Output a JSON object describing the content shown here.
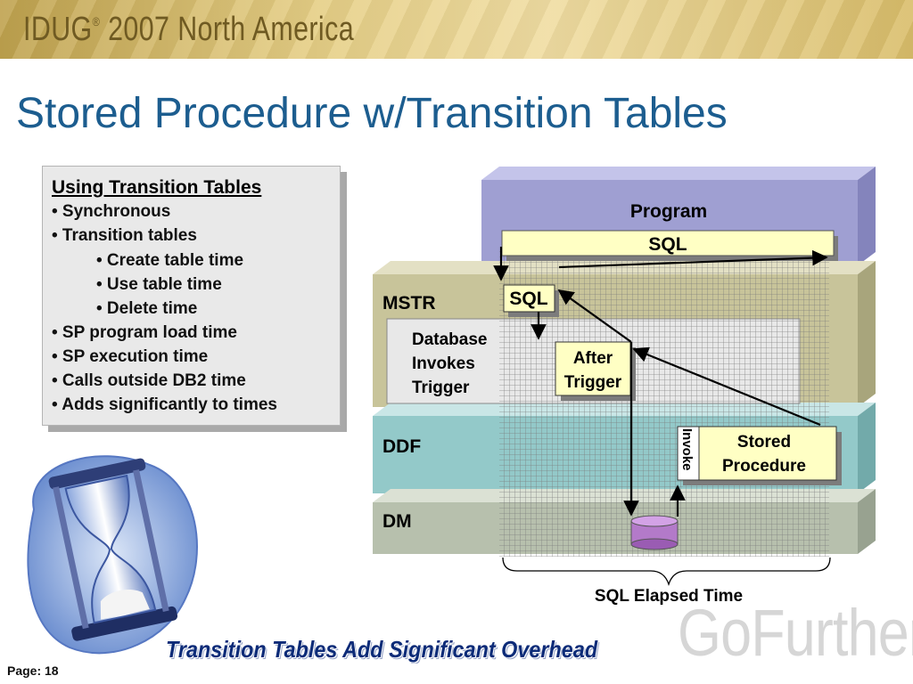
{
  "banner": {
    "brand": "IDUG",
    "reg": "®",
    "year": "2007",
    "region": "North America"
  },
  "title": "Stored Procedure w/Transition Tables",
  "bullets": {
    "heading": "Using Transition Tables",
    "items": [
      {
        "text": "• Synchronous",
        "indent": 0
      },
      {
        "text": "• Transition tables",
        "indent": 0
      },
      {
        "text": "• Create table time",
        "indent": 1
      },
      {
        "text": "• Use table time",
        "indent": 1
      },
      {
        "text": "• Delete time",
        "indent": 1
      },
      {
        "text": "• SP program load time",
        "indent": 0
      },
      {
        "text": "• SP execution time",
        "indent": 0
      },
      {
        "text": "• Calls outside DB2 time",
        "indent": 0
      },
      {
        "text": "• Adds significantly to times",
        "indent": 0
      }
    ]
  },
  "diagram": {
    "program": "Program",
    "program_sql": "SQL",
    "mstr": "MSTR",
    "mstr_sql": "SQL",
    "db_invokes": [
      "Database",
      "Invokes",
      "Trigger"
    ],
    "after_trigger": [
      "After",
      "Trigger"
    ],
    "ddf": "DDF",
    "invoke": "Invoke",
    "stored_procedure": [
      "Stored",
      "Procedure"
    ],
    "dm": "DM",
    "elapsed": "SQL Elapsed Time"
  },
  "footer": {
    "tagline": "Transition Tables Add Significant Overhead",
    "logo": "GoFurther",
    "page": "Page: 18"
  },
  "colors": {
    "title": "#1c5d8f",
    "program_layer": "#9f9fd2",
    "mstr_layer": "#c8c49a",
    "ddf_layer": "#93c9c9",
    "dm_layer": "#b7c0ad",
    "note_fill": "#ffffc4",
    "cylinder": "#b37ac9"
  }
}
